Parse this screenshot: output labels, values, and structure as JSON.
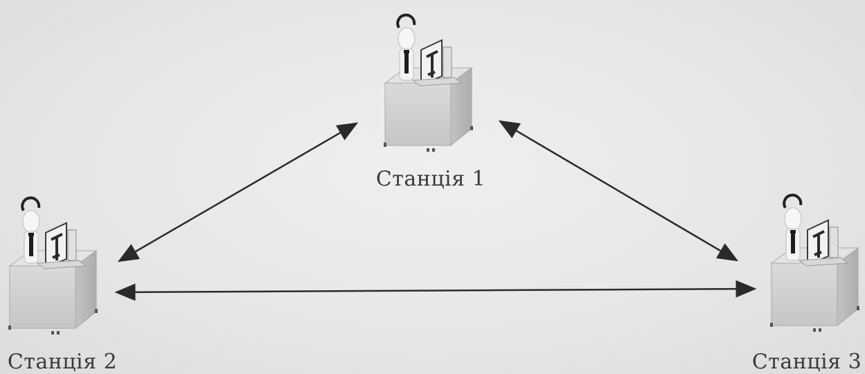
{
  "stations": [
    {
      "id": "s1",
      "label": "Станція 1"
    },
    {
      "id": "s2",
      "label": "Станція 2"
    },
    {
      "id": "s3",
      "label": "Станція 3"
    }
  ],
  "links": [
    {
      "from": "s1",
      "to": "s2",
      "bidirectional": true
    },
    {
      "from": "s1",
      "to": "s3",
      "bidirectional": true
    },
    {
      "from": "s2",
      "to": "s3",
      "bidirectional": true
    }
  ],
  "colors": {
    "background": "#e9e9e7",
    "link": "#2a2a2a",
    "label": "#3a3a3a",
    "box_front": "#cfcfcf",
    "box_side": "#b9b9b9",
    "box_top": "#e2e2e2"
  }
}
